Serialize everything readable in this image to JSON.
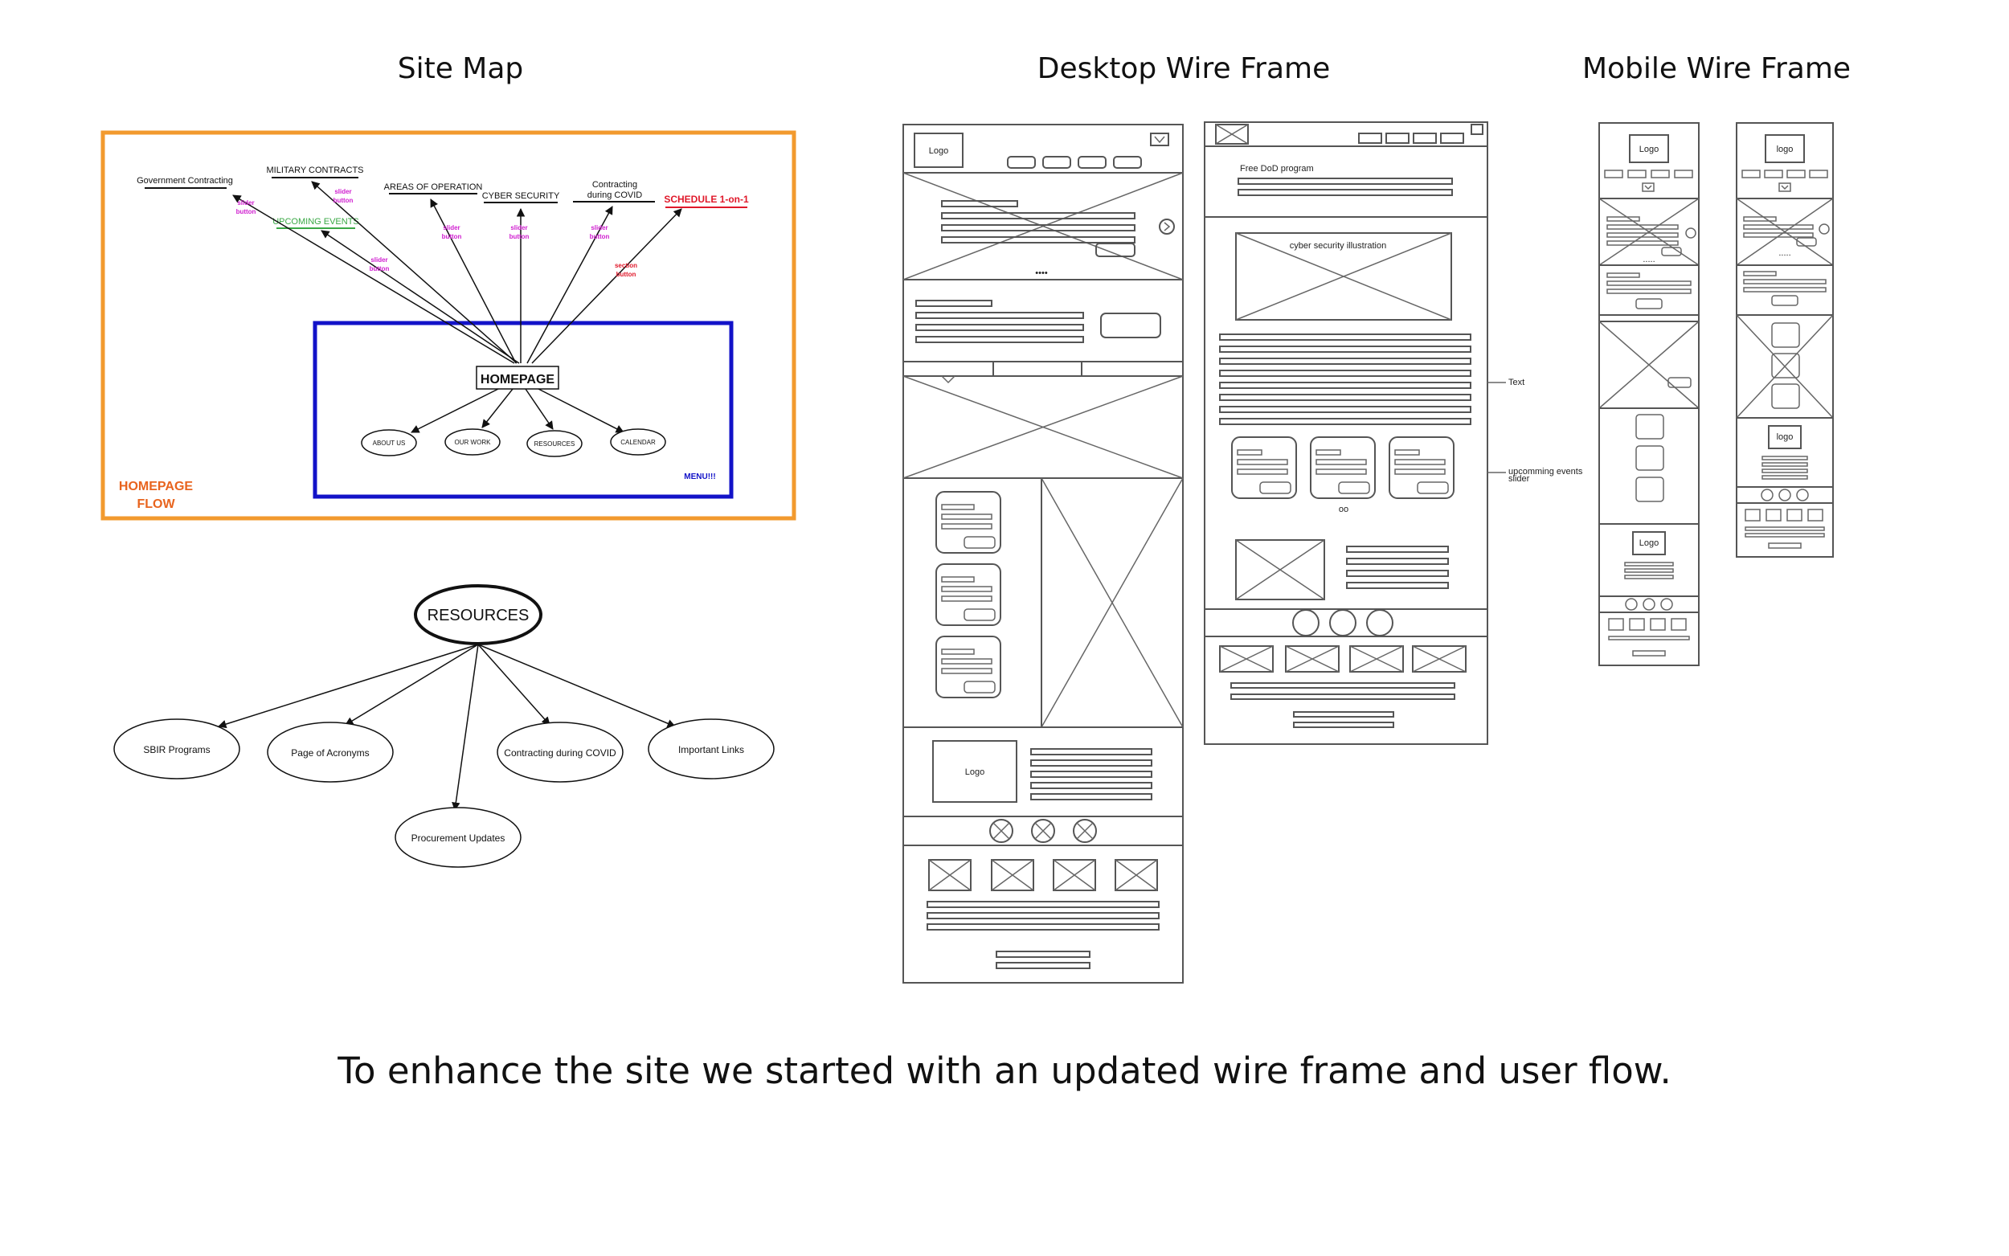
{
  "titles": {
    "site_map": "Site Map",
    "desktop": "Desktop Wire Frame",
    "mobile": "Mobile Wire Frame"
  },
  "caption": "To enhance the site we started with an updated wire frame and user flow.",
  "colors": {
    "orange": "#f29a2e",
    "blue": "#1212c8",
    "orange_text": "#e8641e",
    "magenta": "#d020d0",
    "green": "#3aa845",
    "red": "#e0182a"
  },
  "homepage_flow": {
    "label_line1": "HOMEPAGE",
    "label_line2": "FLOW",
    "menu": "MENU!!!",
    "center": "HOMEPAGE",
    "top_items": [
      "Government Contracting",
      "MILITARY CONTRACTS",
      "AREAS OF OPERATION",
      "CYBER SECURITY",
      "Contracting",
      "during COVID"
    ],
    "upcoming": "UPCOMING EVENTS",
    "schedule": "SCHEDULE 1-on-1",
    "notes": {
      "slider": "slider",
      "button": "button",
      "section": "section"
    },
    "menu_items": [
      "ABOUT US",
      "OUR WORK",
      "RESOURCES",
      "CALENDAR"
    ]
  },
  "resources_flow": {
    "center": "RESOURCES",
    "children": [
      "SBIR Programs",
      "Page of Acronyms",
      "Procurement Updates",
      "Contracting during COVID",
      "Important Links"
    ]
  },
  "desktop_wf": {
    "logo": "Logo",
    "footer_logo": "Logo",
    "dots": "••••"
  },
  "page_wf": {
    "program": "Free DoD program",
    "illustration": "cyber security illustration",
    "dots": "oo",
    "note_text": "Text",
    "note_events_1": "upcomming events",
    "note_events_2": "slider"
  },
  "mobile_wf": {
    "logo": "Logo",
    "logo_alt": "logo",
    "dots": "....."
  }
}
